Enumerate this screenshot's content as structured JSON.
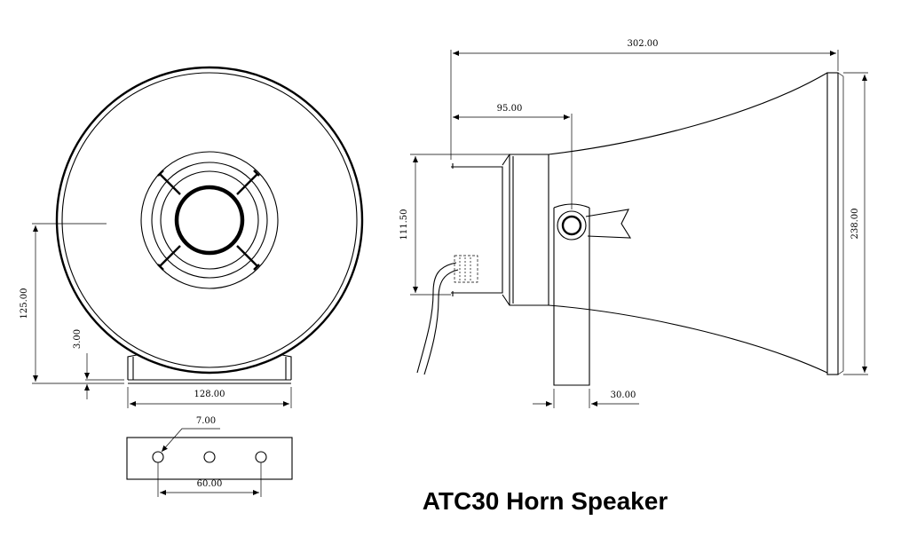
{
  "title": "ATC30 Horn Speaker",
  "dimensions": {
    "overall_length": "302.00",
    "driver_depth": "95.00",
    "driver_height": "111.50",
    "mouth_diameter": "238.00",
    "bracket_height": "125.00",
    "bracket_thickness": "3.00",
    "bracket_width": "128.00",
    "bracket_arm_width": "30.00",
    "hole_diameter": "7.00",
    "hole_spacing": "60.00"
  }
}
